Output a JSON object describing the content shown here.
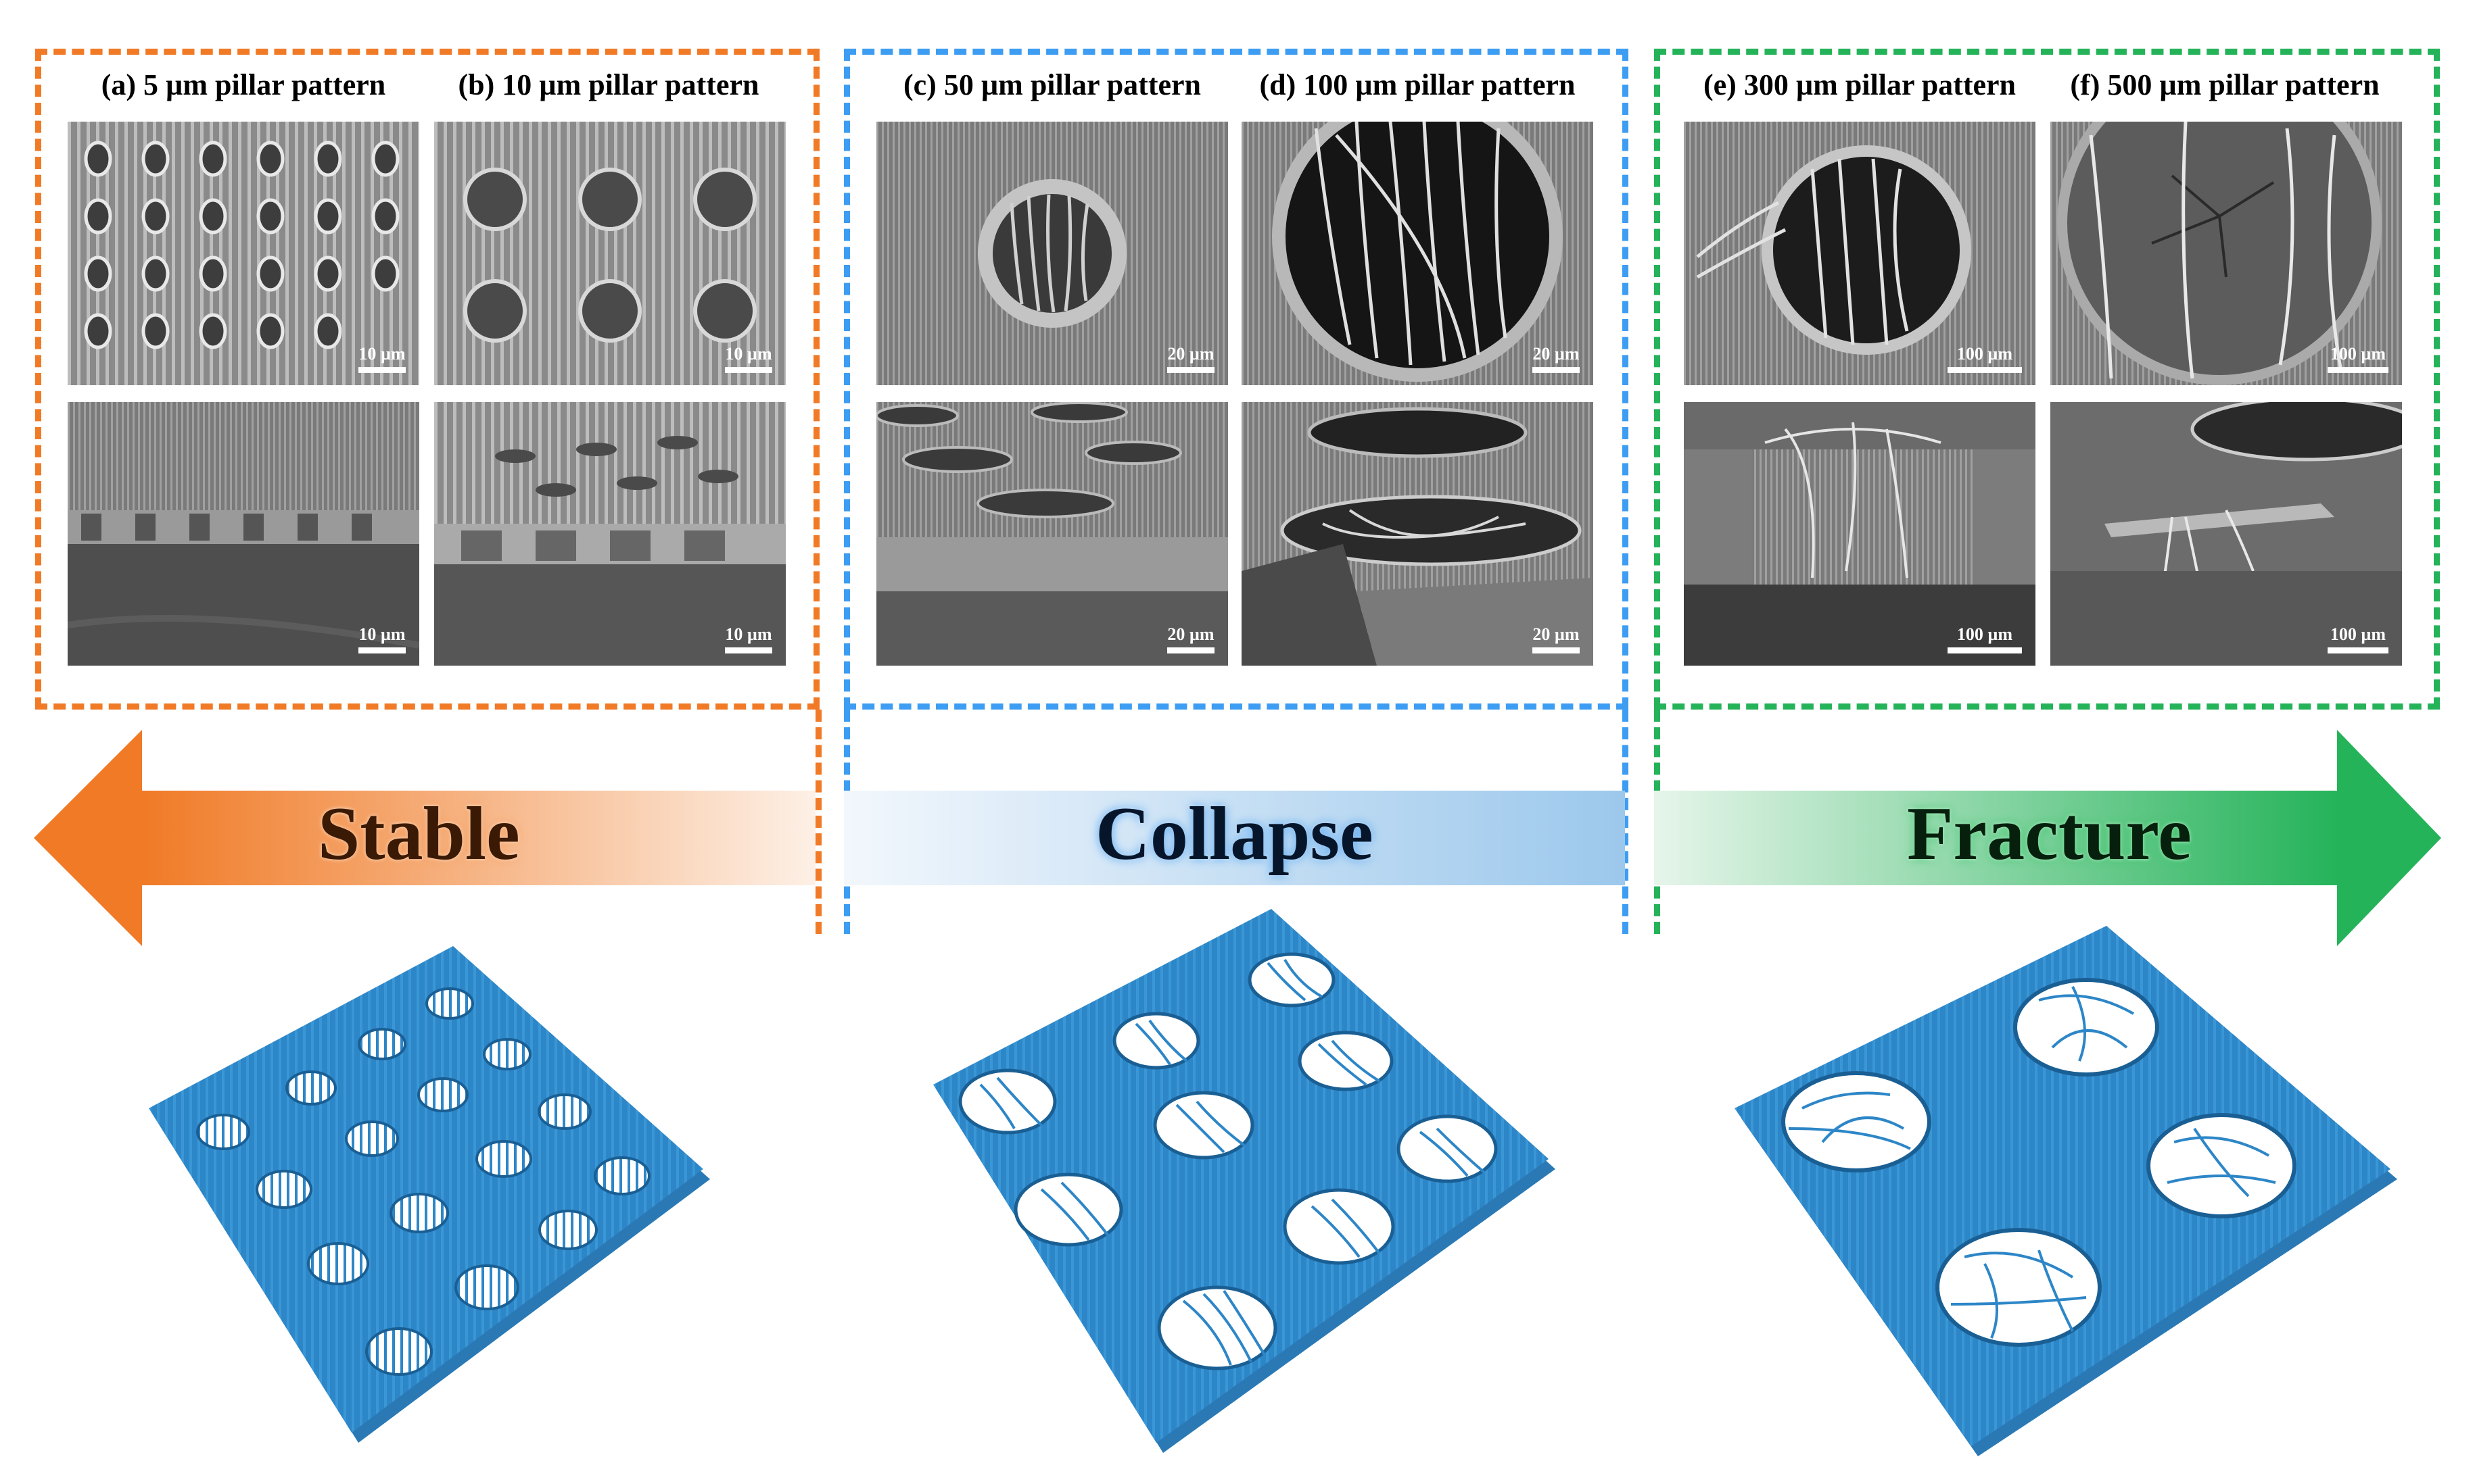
{
  "colors": {
    "stable": "#f07a26",
    "collapse": "#3d9df2",
    "fracture": "#25b35a",
    "model_blue": "#2e86c8"
  },
  "panels": {
    "a": {
      "title": "(a) 5 µm pillar pattern",
      "scale_top": "10 µm",
      "scale_bottom": "10 µm"
    },
    "b": {
      "title": "(b) 10 µm pillar pattern",
      "scale_top": "10 µm",
      "scale_bottom": "10 µm"
    },
    "c": {
      "title": "(c) 50 µm pillar pattern",
      "scale_top": "20 µm",
      "scale_bottom": "20 µm"
    },
    "d": {
      "title": "(d) 100 µm pillar pattern",
      "scale_top": "20 µm",
      "scale_bottom": "20 µm"
    },
    "e": {
      "title": "(e) 300 µm pillar pattern",
      "scale_top": "100 µm",
      "scale_bottom": "100 µm"
    },
    "f": {
      "title": "(f) 500 µm pillar pattern",
      "scale_top": "100 µm",
      "scale_bottom": "100 µm"
    }
  },
  "arrow": {
    "stable_label": "Stable",
    "collapse_label": "Collapse",
    "fracture_label": "Fracture"
  },
  "models": {
    "stable": {
      "holes": "small-pattern",
      "fibers": false
    },
    "collapse": {
      "holes": "medium-pattern",
      "fibers": true
    },
    "fracture": {
      "holes": "large-pattern",
      "fibers": true
    }
  }
}
